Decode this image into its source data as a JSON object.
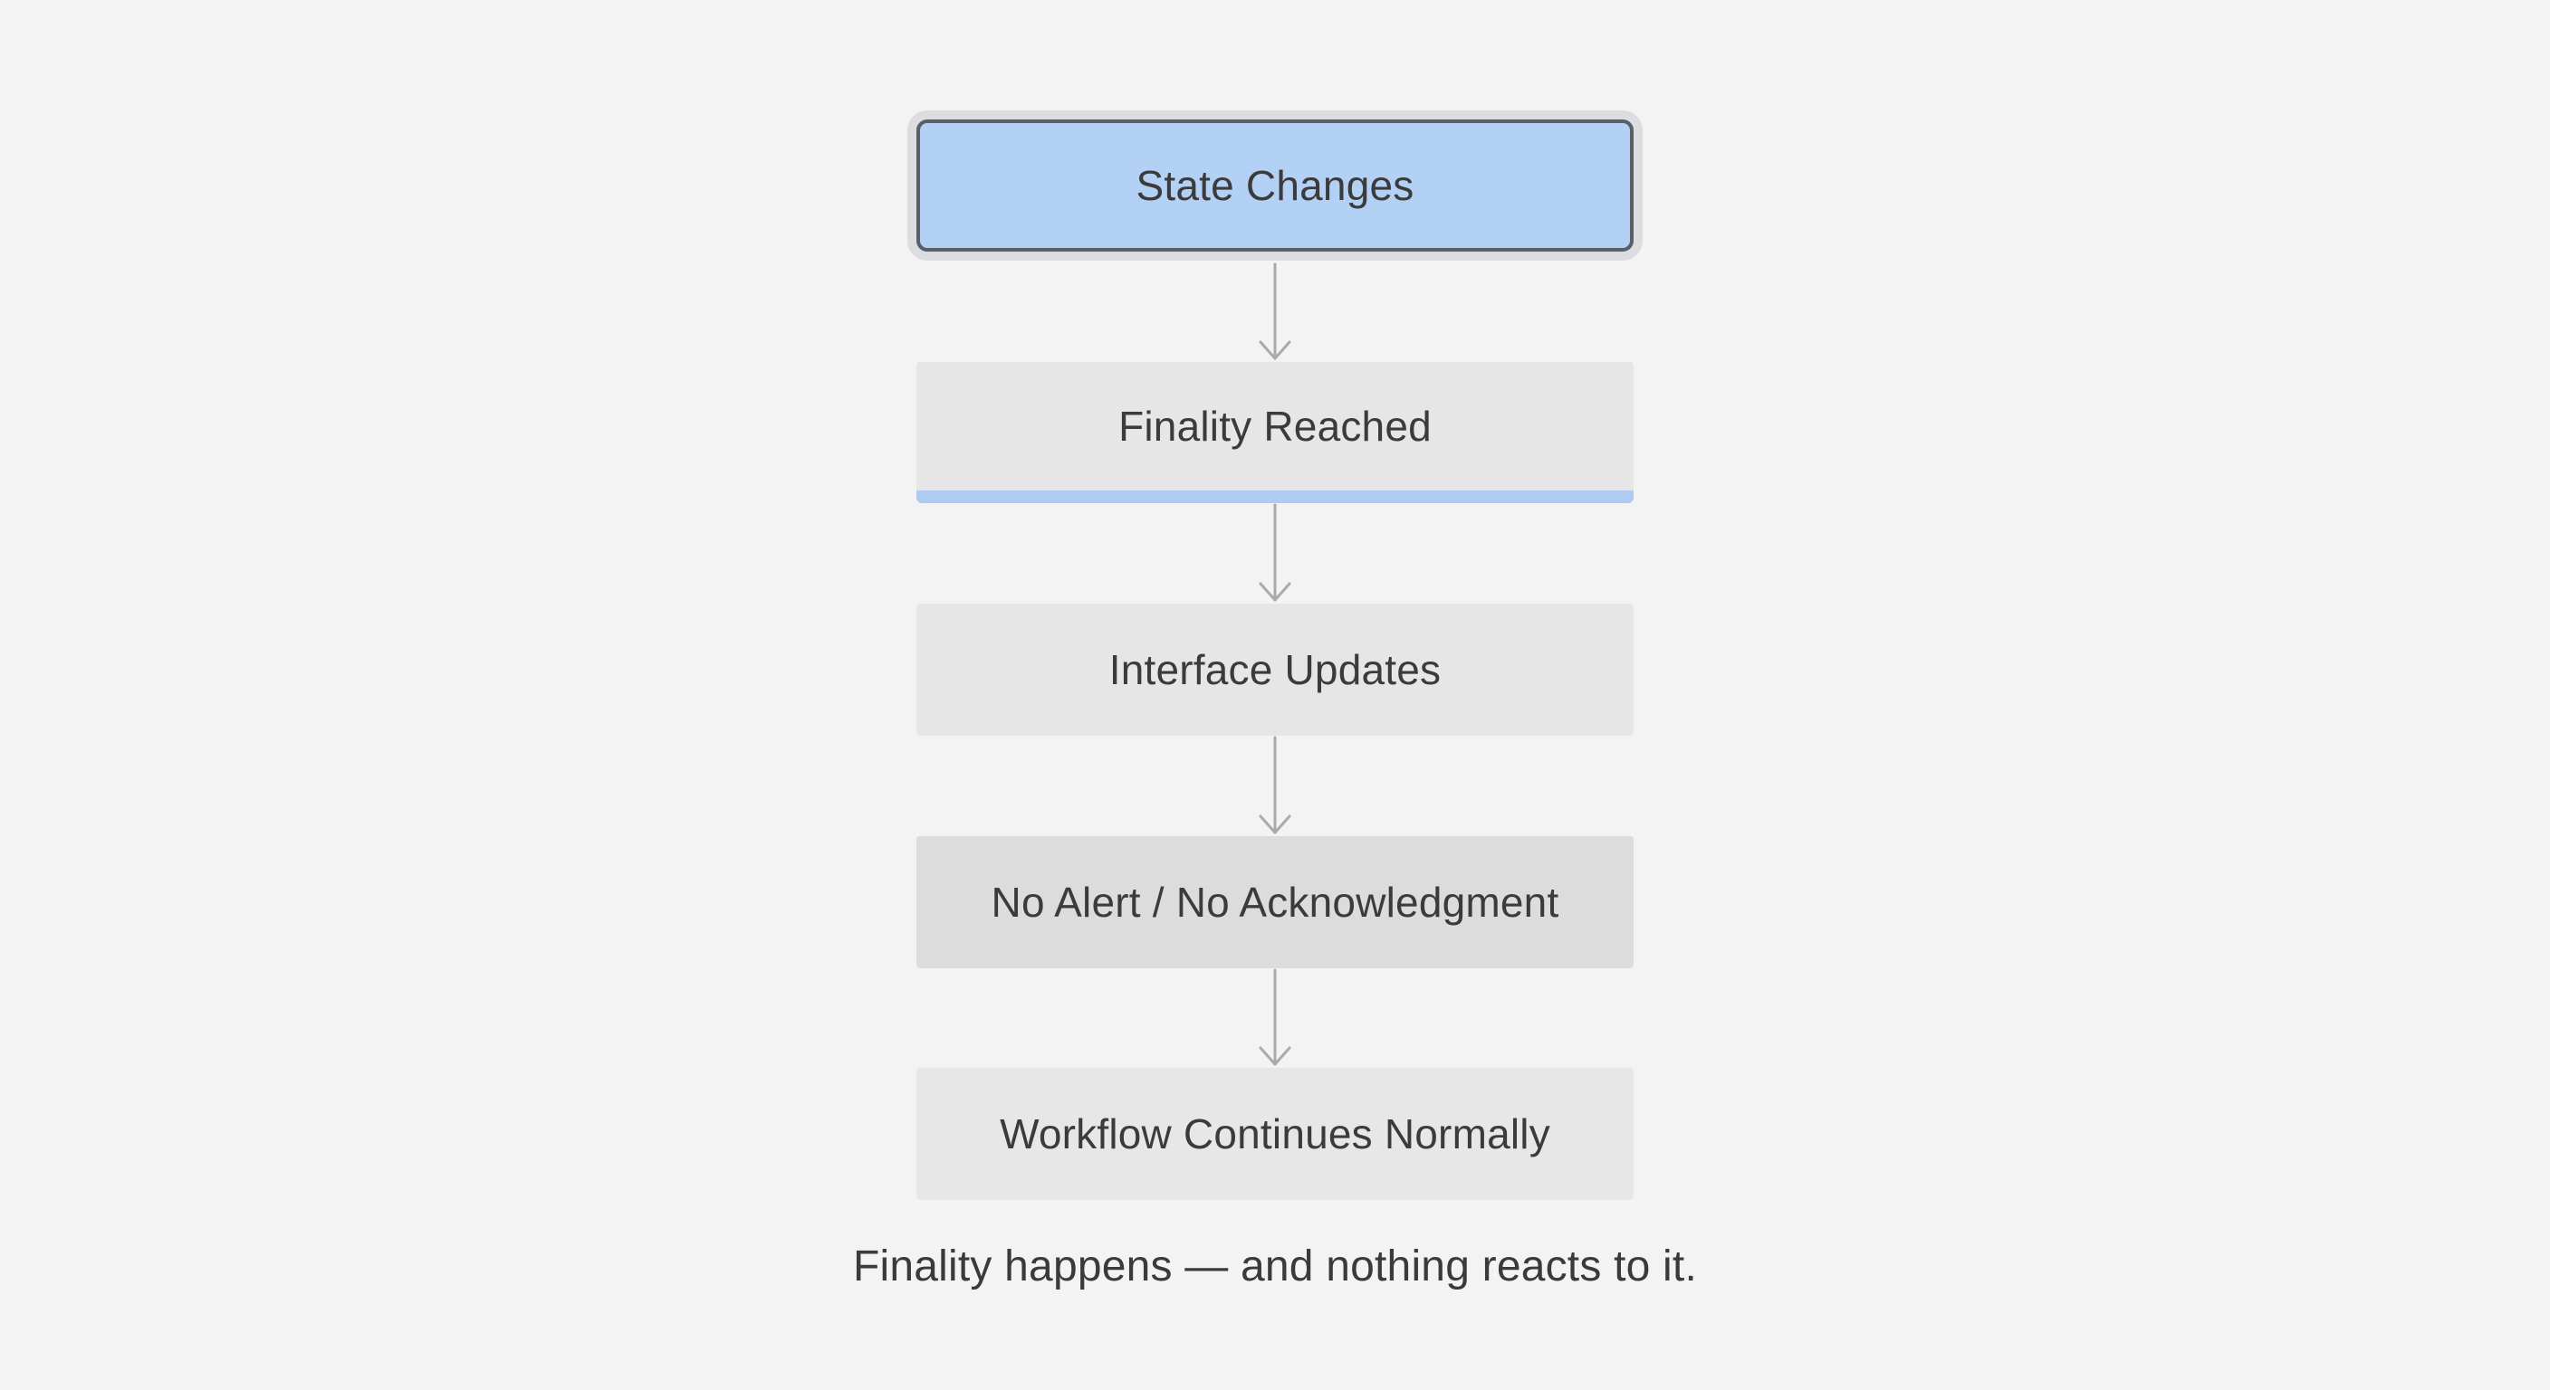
{
  "diagram": {
    "nodes": [
      {
        "id": "state-changes",
        "label": "State Changes"
      },
      {
        "id": "finality-reached",
        "label": "Finality Reached"
      },
      {
        "id": "interface-updates",
        "label": "Interface Updates"
      },
      {
        "id": "no-alert",
        "label": "No Alert / No Acknowledgment"
      },
      {
        "id": "workflow-continues",
        "label": "Workflow Continues Normally"
      }
    ],
    "edges": [
      {
        "from": "state-changes",
        "to": "finality-reached"
      },
      {
        "from": "finality-reached",
        "to": "interface-updates"
      },
      {
        "from": "interface-updates",
        "to": "no-alert"
      },
      {
        "from": "no-alert",
        "to": "workflow-continues"
      }
    ],
    "caption": "Finality happens — and nothing reacts to it."
  },
  "colors": {
    "background": "#f3f3f4",
    "highlight_fill": "#b3d0f5",
    "accent_underline": "#aecbf2",
    "node_fill": "#e6e6e7",
    "connector": "#a9a9ab"
  }
}
